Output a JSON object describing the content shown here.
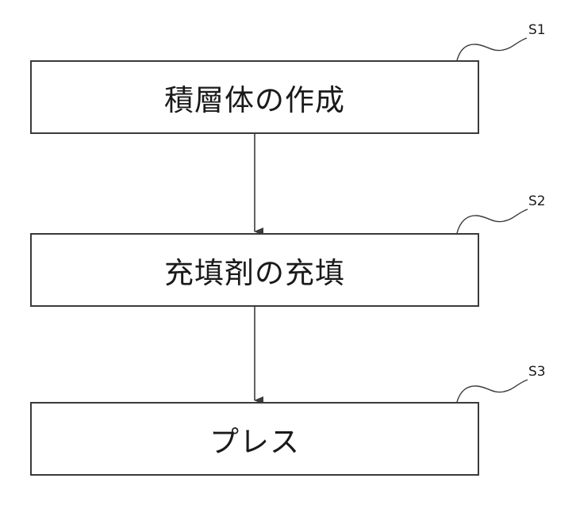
{
  "steps": [
    {
      "id": "S1",
      "label": "積層体の作成"
    },
    {
      "id": "S2",
      "label": "充填剤の充填"
    },
    {
      "id": "S3",
      "label": "プレス"
    }
  ]
}
